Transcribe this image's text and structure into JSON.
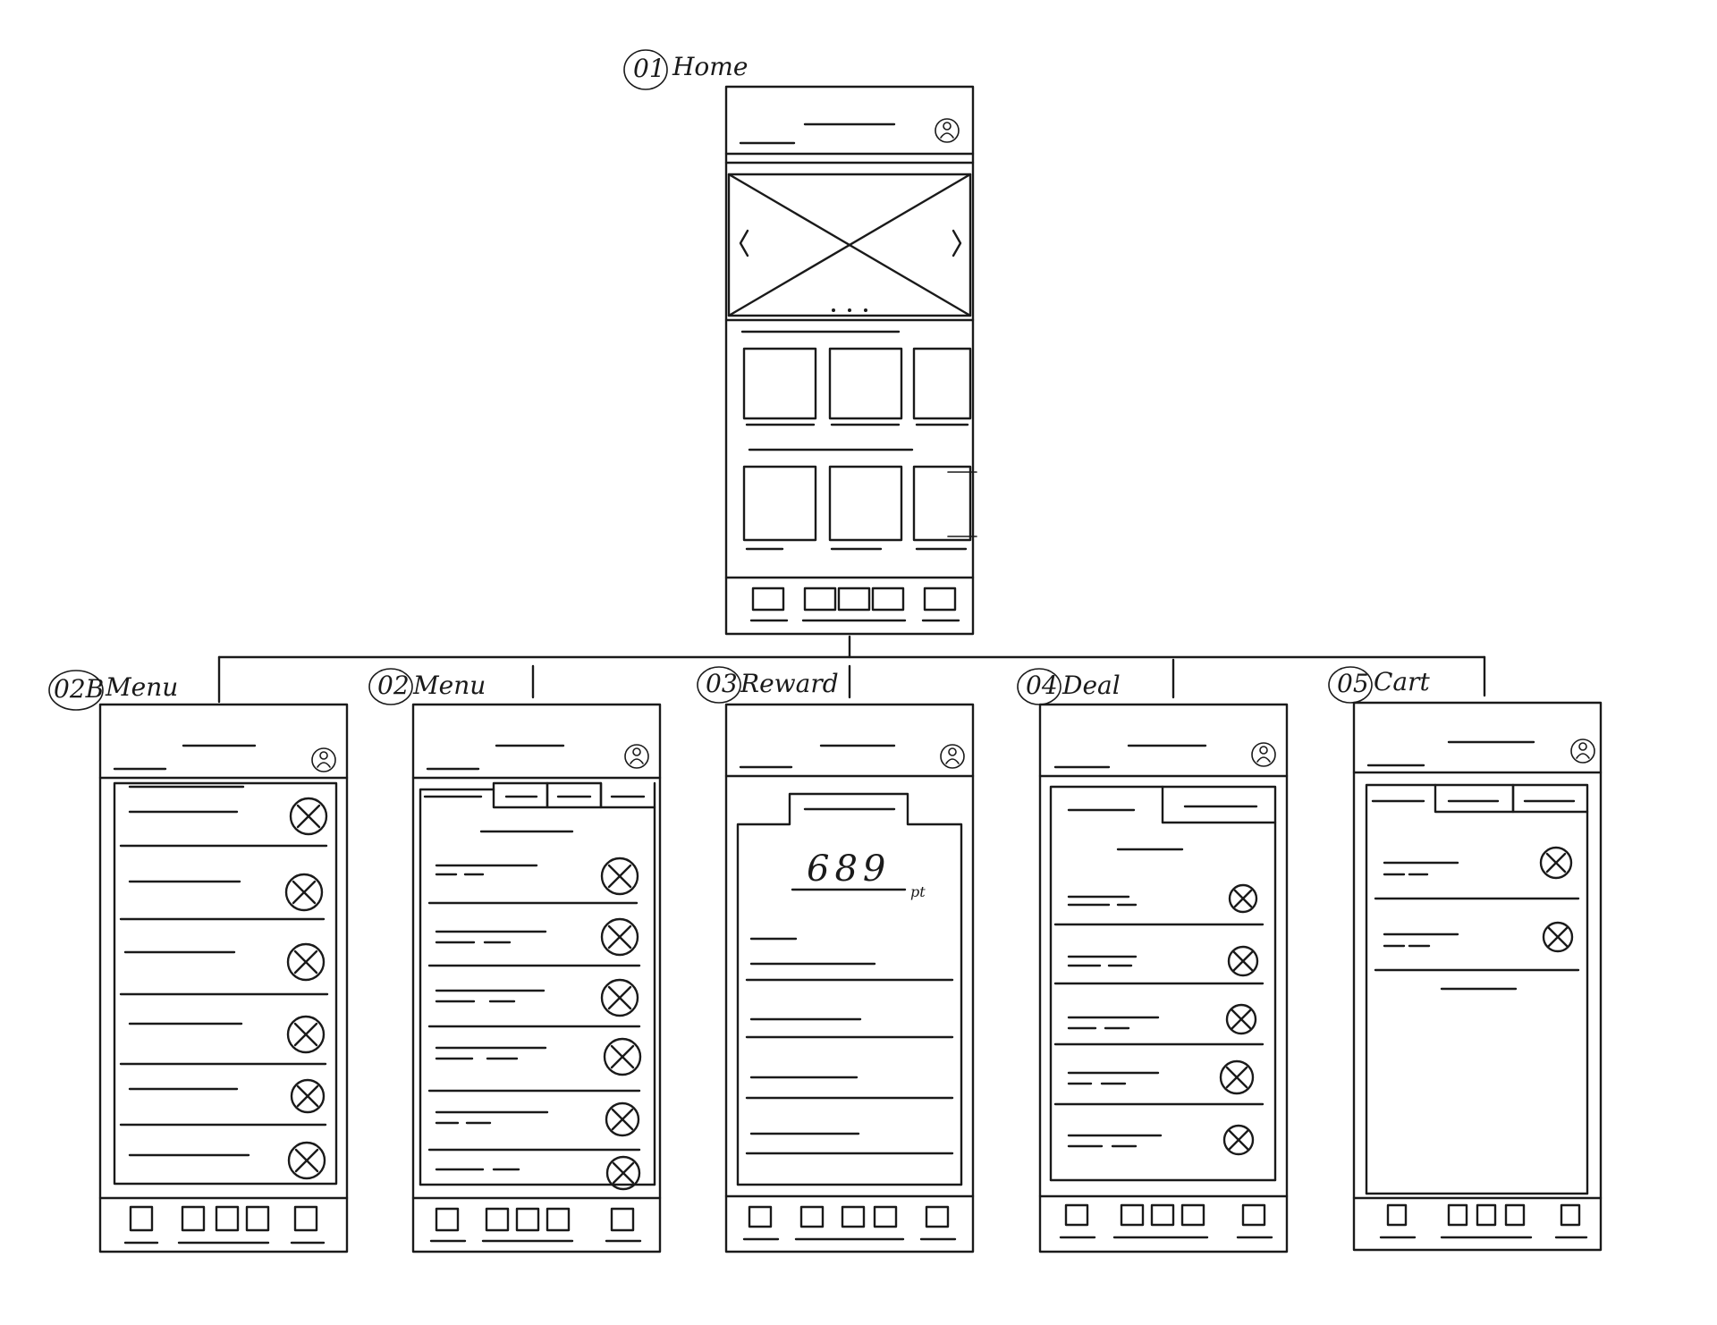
{
  "diagram": {
    "screens": [
      {
        "id": "home",
        "label": "Home",
        "number": "01"
      },
      {
        "id": "menu-b",
        "label": "Menu",
        "number": "02B"
      },
      {
        "id": "menu",
        "label": "Menu",
        "number": "02"
      },
      {
        "id": "reward",
        "label": "Reward",
        "number": "03"
      },
      {
        "id": "deal",
        "label": "Deal",
        "number": "04"
      },
      {
        "id": "cart",
        "label": "Cart",
        "number": "05"
      }
    ],
    "reward_points": "689",
    "reward_unit": "pt"
  },
  "style": {
    "ink": "#1a1a1a",
    "paper": "#ffffff"
  },
  "icons": {
    "profile": "profile-icon",
    "remove": "x-circle-icon",
    "prev": "chevron-left-icon",
    "next": "chevron-right-icon"
  }
}
